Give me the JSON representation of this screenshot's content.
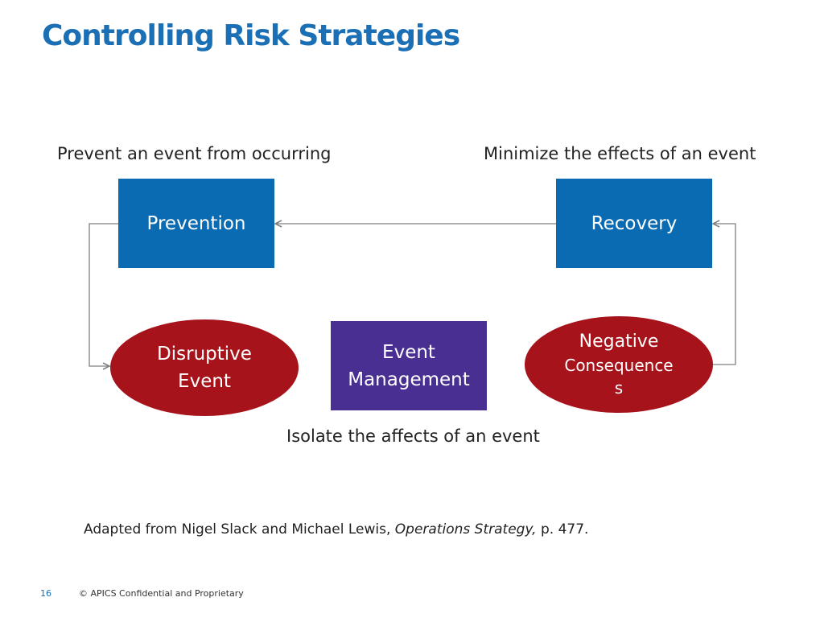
{
  "slide": {
    "title": "Controlling Risk Strategies",
    "colors": {
      "title": "#1a6fb5",
      "box_blue": "#0a6bb3",
      "box_purple": "#4a2f92",
      "ellipse_red": "#a6131b",
      "connector": "#808080"
    }
  },
  "diagram": {
    "captions": {
      "prevent": "Prevent an event from occurring",
      "minimize": "Minimize the effects of an event",
      "isolate": "Isolate the affects of an event"
    },
    "nodes": {
      "prevention": "Prevention",
      "recovery": "Recovery",
      "event_management": {
        "line1": "Event",
        "line2": "Management"
      },
      "disruptive_event": {
        "line1": "Disruptive",
        "line2": "Event"
      },
      "negative_consequences": {
        "line1": "Negative",
        "line2": "Consequence",
        "line3": "s"
      }
    }
  },
  "source": {
    "prefix": "Adapted from Nigel Slack and Michael Lewis, ",
    "book": "Operations Strategy,",
    "suffix": " p. 477."
  },
  "footer": {
    "page_number": "16",
    "copyright": "© APICS Confidential and Proprietary"
  }
}
